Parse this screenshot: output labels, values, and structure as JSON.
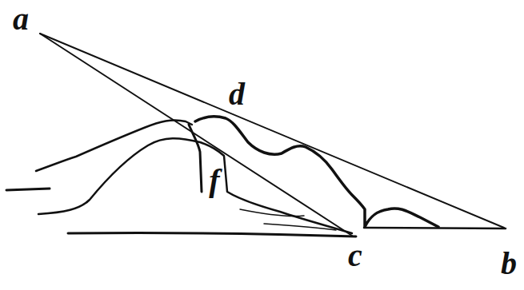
{
  "diagram": {
    "labels": [
      "a",
      "d",
      "f",
      "c",
      "b"
    ]
  }
}
